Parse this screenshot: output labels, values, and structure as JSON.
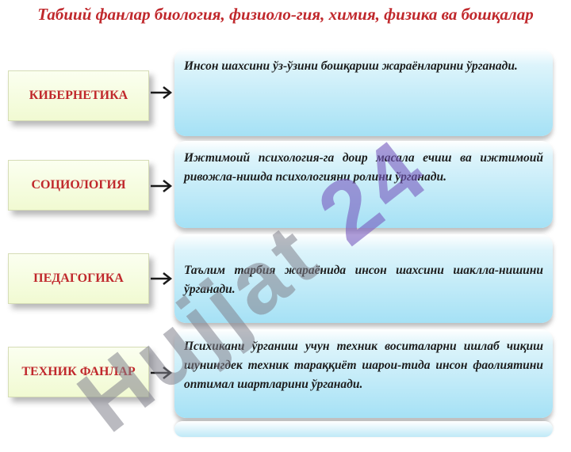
{
  "title": "Табиий фанлар биология, физиоло-гия, химия, физика ва бошқалар",
  "watermark": {
    "text_main": "Hujjat",
    "text_accent": "24"
  },
  "rows": [
    {
      "label": "КИБЕРНЕТИКА",
      "description": "Инсон шахсини ўз-ўзини бошқариш жараёнларини ўрганади."
    },
    {
      "label": "СОЦИОЛОГИЯ",
      "description": "Ижтимоий психология-га доир масала ечиш ва ижтимоий ривожла-нишда психологияни ролини ўрганади."
    },
    {
      "label": "ПЕДАГОГИКА",
      "description": "Таълим тарбия жараёнида инсон шахсини шаклла-нишини ўрганади."
    },
    {
      "label": "ТЕХНИК ФАНЛАР",
      "description": "Психикани ўрганиш учун техник воситаларни ишлаб чиқиш шунингдек техник тараққиёт шарои-тида инсон фаолиятини оптимал шартларини ўрганади."
    }
  ],
  "colors": {
    "title": "#c0282c",
    "label_text": "#c0282c",
    "panel": "#a5e1f5",
    "label_bg": "#f1fad2"
  }
}
